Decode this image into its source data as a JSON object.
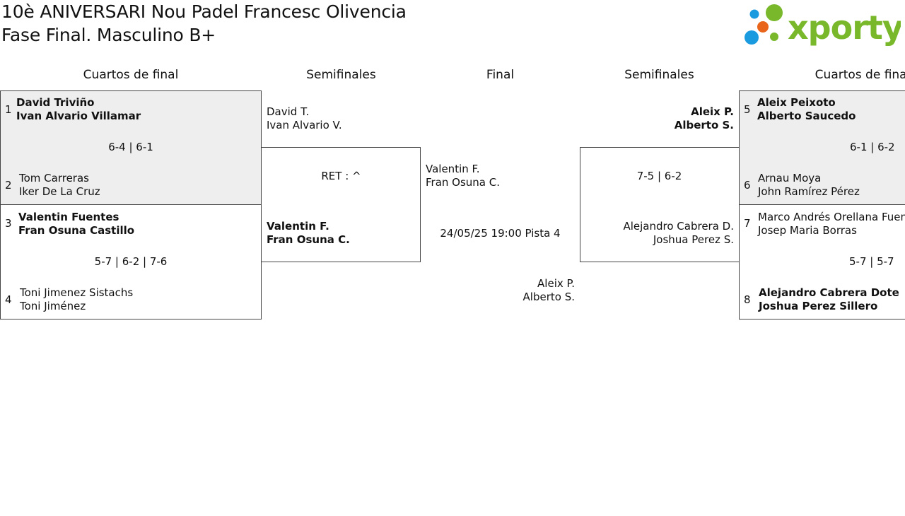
{
  "header": {
    "title_line1": "10è ANIVERSARI Nou Padel Francesc Olivencia",
    "title_line2": "Fase Final. Masculino B+",
    "logo_text": "xporty"
  },
  "colors": {
    "logo_green": "#78b82a",
    "logo_blue": "#1a9be0",
    "logo_orange": "#e8651b",
    "box_shade": "#eeeeee",
    "border": "#444444"
  },
  "rounds": {
    "left_quarter": "Cuartos de final",
    "left_semi": "Semifinales",
    "final": "Final",
    "right_semi": "Semifinales",
    "right_quarter": "Cuartos de final"
  },
  "left": {
    "qf1": {
      "top": {
        "seed": "1",
        "p1": "David Triviño",
        "p2": "Ivan Alvario Villamar"
      },
      "score": "6-4 | 6-1",
      "bottom": {
        "seed": "2",
        "p1": "Tom Carreras",
        "p2": "Iker De La Cruz"
      }
    },
    "qf2": {
      "top": {
        "seed": "3",
        "p1": "Valentin Fuentes",
        "p2": "Fran Osuna Castillo"
      },
      "score": "5-7 | 6-2 | 7-6",
      "bottom": {
        "seed": "4",
        "p1": "Toni Jimenez Sistachs",
        "p2": "Toni Jiménez"
      }
    },
    "sf": {
      "top": {
        "p1": "David T.",
        "p2": "Ivan Alvario V."
      },
      "score": "RET : ^",
      "bottom": {
        "p1": "Valentin F.",
        "p2": "Fran Osuna C."
      }
    }
  },
  "right": {
    "qf1": {
      "top": {
        "seed": "5",
        "p1": "Aleix Peixoto",
        "p2": "Alberto Saucedo"
      },
      "score": "6-1 | 6-2",
      "bottom": {
        "seed": "6",
        "p1": "Arnau Moya",
        "p2": "John Ramírez Pérez"
      }
    },
    "qf2": {
      "top": {
        "seed": "7",
        "p1": "Marco Andrés Orellana Fuentes",
        "p2": "Josep Maria Borras"
      },
      "score": "5-7 | 5-7",
      "bottom": {
        "seed": "8",
        "p1": "Alejandro Cabrera Dote",
        "p2": "Joshua Perez Sillero"
      }
    },
    "sf": {
      "top": {
        "p1": "Aleix P.",
        "p2": "Alberto S."
      },
      "score": "7-5 | 6-2",
      "bottom": {
        "p1": "Alejandro Cabrera D.",
        "p2": "Joshua Perez S."
      }
    }
  },
  "final": {
    "left": {
      "p1": "Valentin F.",
      "p2": "Fran Osuna C."
    },
    "schedule": "24/05/25 19:00 Pista 4",
    "right": {
      "p1": "Aleix P.",
      "p2": "Alberto S."
    }
  }
}
